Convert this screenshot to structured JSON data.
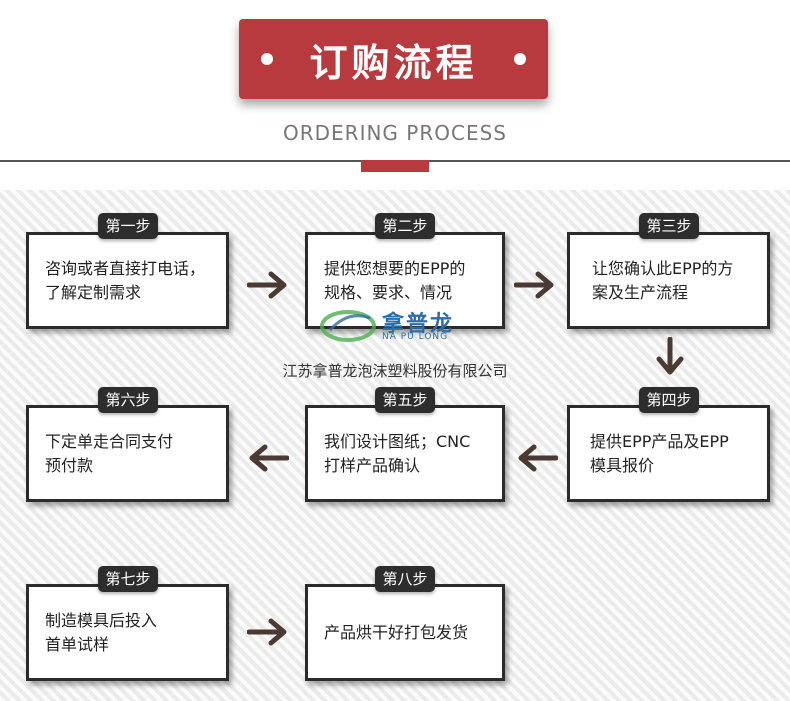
{
  "header": {
    "title": "订购流程",
    "subtitle": "ORDERING PROCESS"
  },
  "watermark": {
    "logo_name": "拿普龙",
    "logo_en": "NA PU LONG",
    "company": "江苏拿普龙泡沫塑料股份有限公司"
  },
  "steps": [
    {
      "label": "第一步",
      "text": "咨询或者直接打电话，\n了解定制需求"
    },
    {
      "label": "第二步",
      "text": "提供您想要的EPP的\n规格、要求、情况"
    },
    {
      "label": "第三步",
      "text": "让您确认此EPP的方\n案及生产流程"
    },
    {
      "label": "第四步",
      "text": "提供EPP产品及EPP\n模具报价"
    },
    {
      "label": "第五步",
      "text": "我们设计图纸；CNC\n打样产品确认"
    },
    {
      "label": "第六步",
      "text": "下定单走合同支付\n预付款"
    },
    {
      "label": "第七步",
      "text": "制造模具后投入\n首单试样"
    },
    {
      "label": "第八步",
      "text": "产品烘干好打包发货"
    }
  ],
  "colors": {
    "accent": "#b73b3e",
    "arrow": "#4a3a33",
    "label_bg": "#2d2d2d",
    "border": "#2b2b2b"
  },
  "icons": [
    "arrow-right-icon",
    "arrow-left-icon",
    "arrow-down-icon",
    "dot-icon",
    "leaf-logo-icon"
  ]
}
